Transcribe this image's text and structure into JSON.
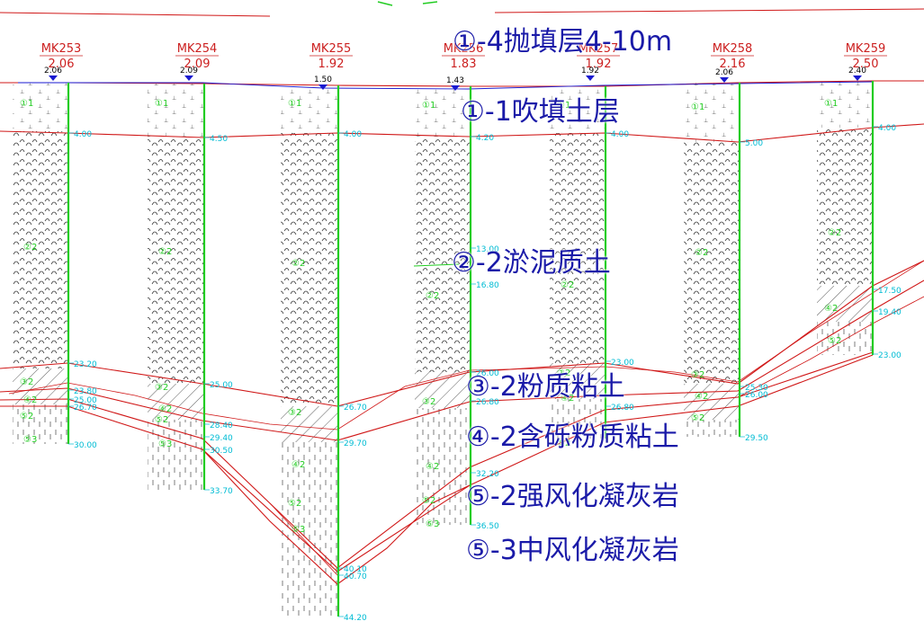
{
  "colors": {
    "boundary": "#d01818",
    "bore": "#22cc22",
    "depth_text": "#00bcd4",
    "layer_tag": "#22cc22",
    "label": "#1a1aa8",
    "water": "#1a1ad0",
    "hatch": "#333333",
    "bore_id": "#cc2020"
  },
  "annotations": [
    {
      "id": "l1",
      "text": "①-4抛填层4-10m"
    },
    {
      "id": "l2",
      "text": "①-1吹填土层"
    },
    {
      "id": "l3",
      "text": "②-2淤泥质土"
    },
    {
      "id": "l4",
      "text": "③-2粉质粘土"
    },
    {
      "id": "l5",
      "text": "④-2含砾粉质粘土"
    },
    {
      "id": "l6",
      "text": "⑤-2强风化凝灰岩"
    },
    {
      "id": "l7",
      "text": "⑤-3中风化凝灰岩"
    }
  ],
  "boreholes": [
    {
      "name": "MK253",
      "elev": "2.06",
      "water": "2.06",
      "layer_tags": [
        "①1",
        "②2",
        "③2",
        "④2",
        "⑤2",
        "⑤3"
      ],
      "depths": [
        "4.00",
        "23.20",
        "23.80",
        "25.00",
        "26.70",
        "30.00"
      ]
    },
    {
      "name": "MK254",
      "elev": "2.09",
      "water": "2.09",
      "layer_tags": [
        "①1",
        "②2",
        "③2",
        "④2",
        "⑤2",
        "⑤3"
      ],
      "depths": [
        "4.50",
        "25.00",
        "28.40",
        "29.40",
        "30.50",
        "33.70"
      ]
    },
    {
      "name": "MK255",
      "elev": "1.92",
      "water": "1.50",
      "layer_tags": [
        "①1",
        "②2",
        "③2",
        "④2",
        "⑤2",
        "⑤3"
      ],
      "depths": [
        "4.00",
        "26.70",
        "29.70",
        "40.10",
        "40.70",
        "44.20"
      ]
    },
    {
      "name": "MK256",
      "elev": "1.83",
      "water": "1.43",
      "layer_tags": [
        "①1",
        "②2",
        "③2",
        "④2",
        "⑤2",
        "⑤3"
      ],
      "depths": [
        "4.20",
        "13.00",
        "16.80",
        "26.00",
        "26.80",
        "32.20",
        "36.50"
      ]
    },
    {
      "name": "MK257",
      "elev": "1.92",
      "water": "1.92",
      "layer_tags": [
        "①1",
        "②2",
        "③2",
        "④2",
        "⑤2"
      ],
      "depths": [
        "4.00",
        "23.00",
        "26.80"
      ]
    },
    {
      "name": "MK258",
      "elev": "2.16",
      "water": "2.06",
      "layer_tags": [
        "①1",
        "②2",
        "③2",
        "④2",
        "⑤2"
      ],
      "depths": [
        "5.00",
        "25.30",
        "26.00",
        "29.50"
      ]
    },
    {
      "name": "MK259",
      "elev": "2.50",
      "water": "2.40",
      "layer_tags": [
        "①1",
        "②2",
        "④2",
        "⑤2"
      ],
      "depths": [
        "4.00",
        "17.50",
        "19.40",
        "23.00"
      ]
    }
  ]
}
